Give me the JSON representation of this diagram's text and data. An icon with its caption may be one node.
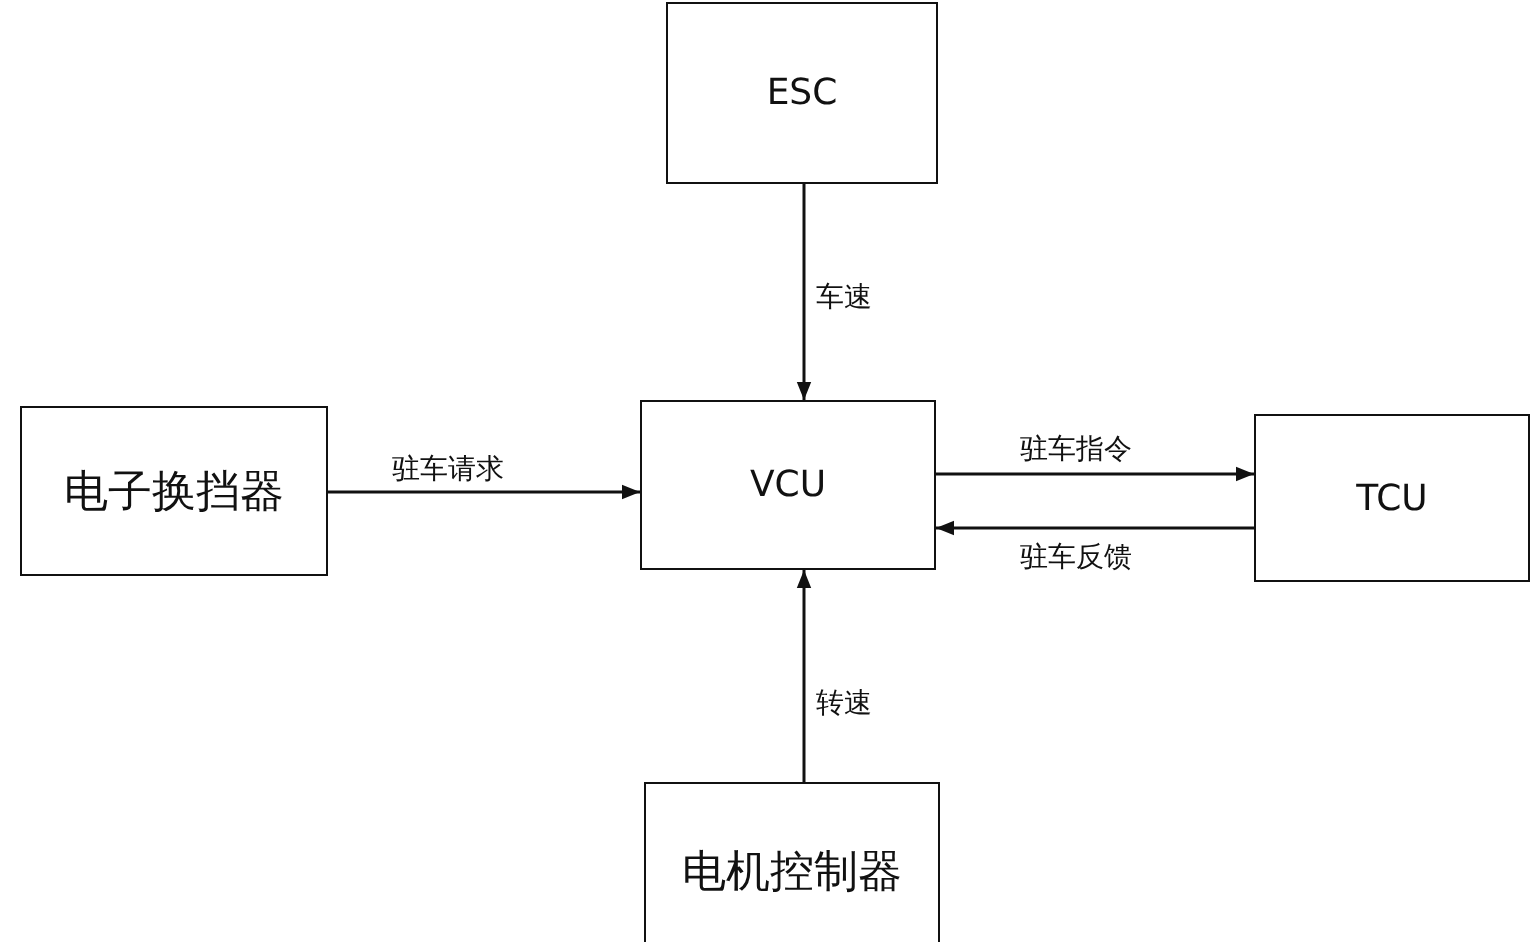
{
  "diagram": {
    "nodes": [
      {
        "text": [
          "ESC"
        ]
      },
      {
        "text": [
          "电子换挡器"
        ]
      },
      {
        "text": [
          "VCU"
        ]
      },
      {
        "text": [
          "TCU"
        ]
      },
      {
        "text": [
          "电机控制器"
        ]
      }
    ],
    "edges": [
      {
        "from": 0,
        "to": 2,
        "arrow": "to",
        "label": "车速"
      },
      {
        "from": 1,
        "to": 2,
        "arrow": "to",
        "label": "驻车请求"
      },
      {
        "from": 2,
        "to": 3,
        "arrow": "to",
        "label": "驻车指令"
      },
      {
        "from": 3,
        "to": 2,
        "arrow": "to",
        "label": "驻车反馈"
      },
      {
        "from": 4,
        "to": 2,
        "arrow": "to",
        "label": "转速"
      }
    ]
  }
}
